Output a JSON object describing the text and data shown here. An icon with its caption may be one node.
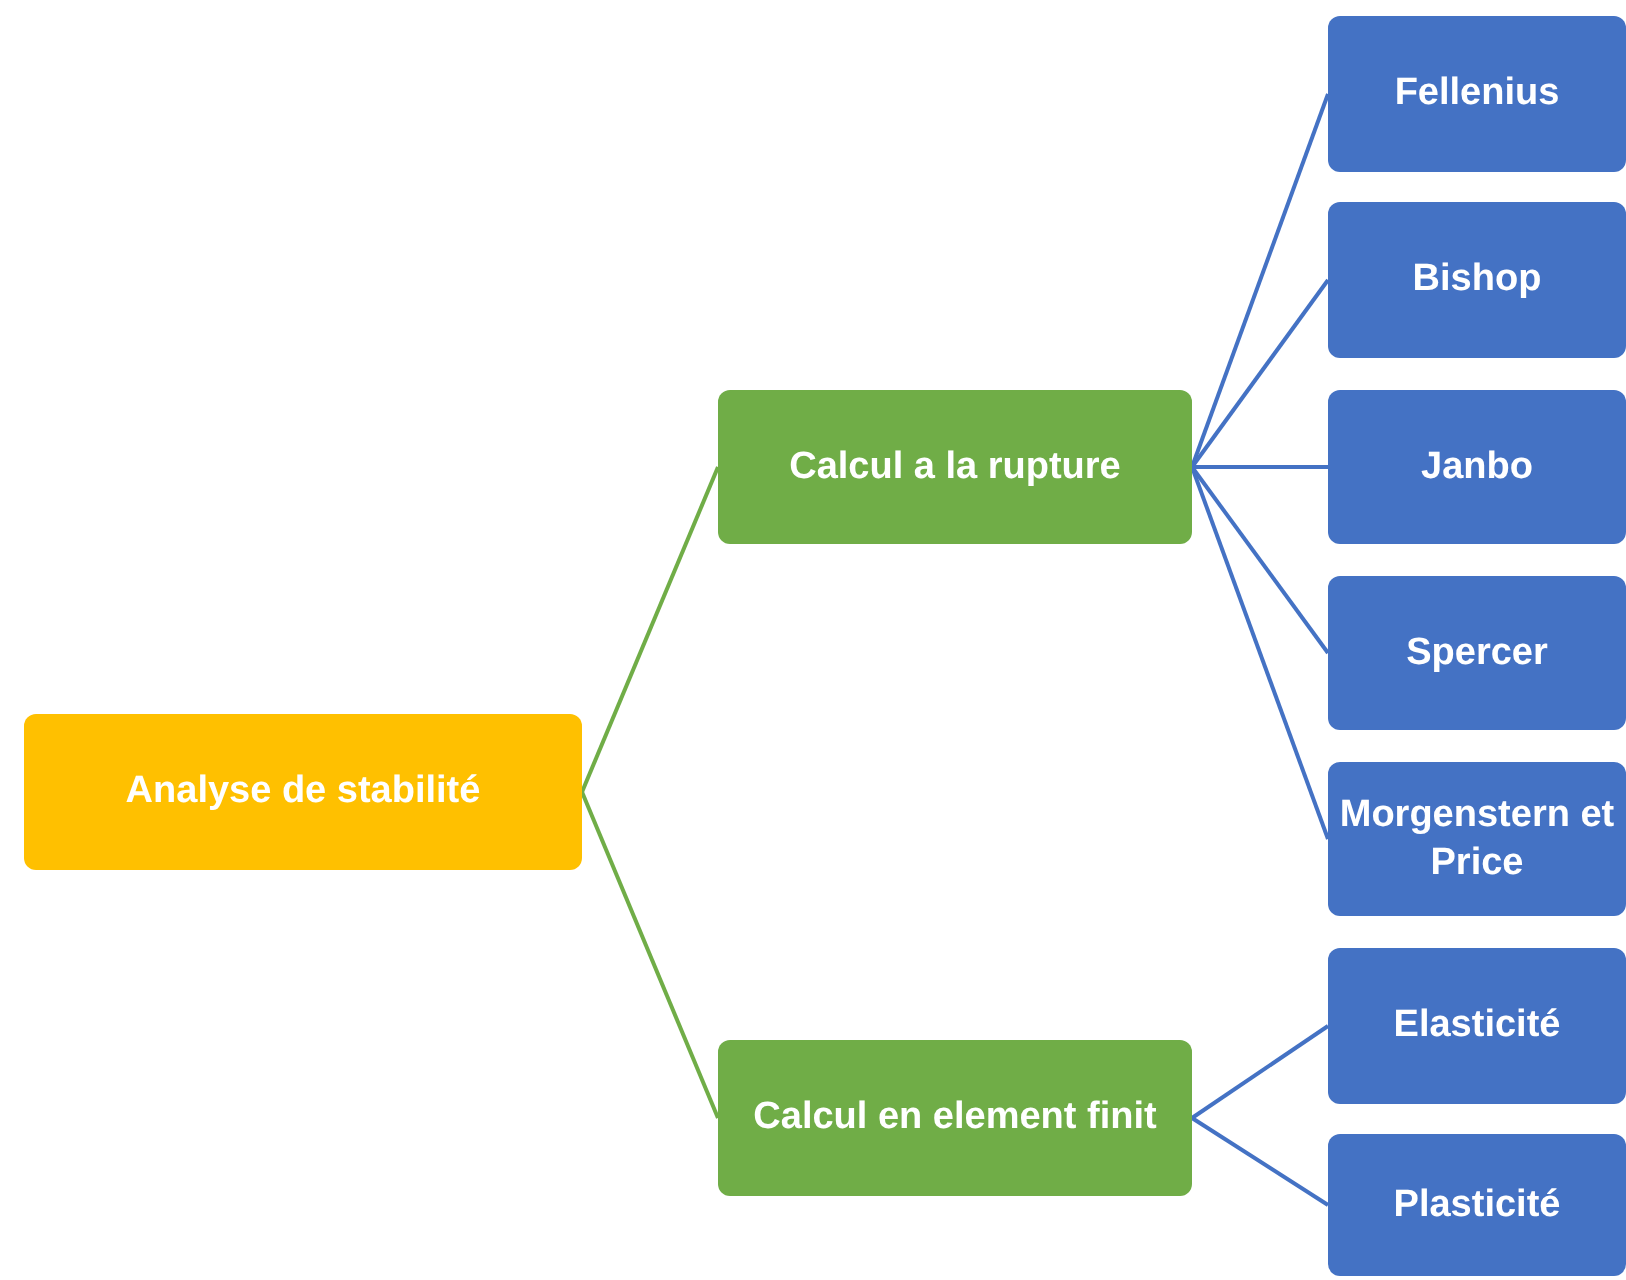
{
  "diagram": {
    "nodes": [
      {
        "text": [
          "Analyse de stabilité"
        ]
      },
      {
        "text": [
          "Calcul  a la rupture"
        ]
      },
      {
        "text": [
          "Calcul  en element finit"
        ]
      },
      {
        "text": [
          "Fellenius"
        ]
      },
      {
        "text": [
          "Bishop"
        ]
      },
      {
        "text": [
          "Janbo"
        ]
      },
      {
        "text": [
          "Spercer"
        ]
      },
      {
        "text": [
          "Morgenstern et Price"
        ]
      },
      {
        "text": [
          "Elasticité"
        ]
      },
      {
        "text": [
          "Plasticité"
        ]
      }
    ],
    "edges": [
      {
        "from": 0,
        "to": 1,
        "arrow": "none",
        "color": "#70ad47"
      },
      {
        "from": 0,
        "to": 2,
        "arrow": "none",
        "color": "#70ad47"
      },
      {
        "from": 1,
        "to": 3,
        "arrow": "none"
      },
      {
        "from": 1,
        "to": 4,
        "arrow": "none"
      },
      {
        "from": 1,
        "to": 5,
        "arrow": "none"
      },
      {
        "from": 1,
        "to": 6,
        "arrow": "none"
      },
      {
        "from": 1,
        "to": 7,
        "arrow": "none"
      },
      {
        "from": 2,
        "to": 8,
        "arrow": "none"
      },
      {
        "from": 2,
        "to": 9,
        "arrow": "none"
      }
    ]
  }
}
